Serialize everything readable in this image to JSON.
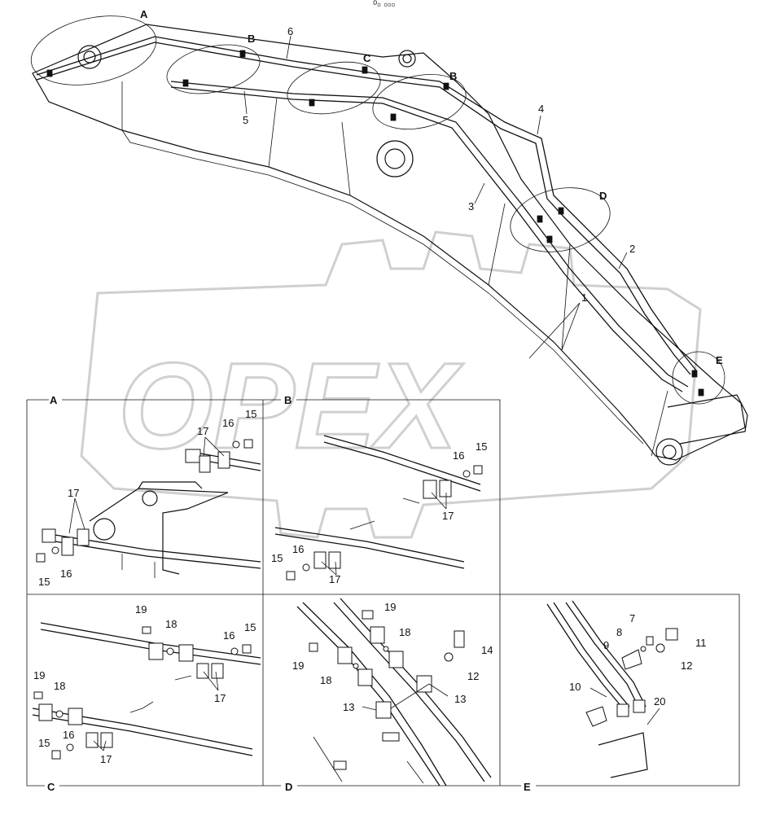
{
  "header": {
    "page_marker": "⁰▫ ▫▫▫"
  },
  "watermark": {
    "text": "OPEX"
  },
  "main_view": {
    "callouts": [
      "1",
      "2",
      "3",
      "4",
      "5",
      "6"
    ],
    "view_markers": [
      "A",
      "B",
      "C",
      "B",
      "D",
      "E"
    ]
  },
  "detail_views": [
    {
      "id": "A",
      "callouts": [
        "17",
        "16",
        "15",
        "17",
        "15",
        "16"
      ]
    },
    {
      "id": "B",
      "callouts": [
        "16",
        "15",
        "17",
        "15",
        "16",
        "17"
      ]
    },
    {
      "id": "C",
      "callouts": [
        "19",
        "18",
        "16",
        "15",
        "17",
        "19",
        "18",
        "15",
        "16",
        "17"
      ]
    },
    {
      "id": "D",
      "callouts": [
        "19",
        "18",
        "14",
        "19",
        "18",
        "12",
        "13",
        "13"
      ]
    },
    {
      "id": "E",
      "callouts": [
        "7",
        "8",
        "9",
        "11",
        "12",
        "10",
        "20"
      ]
    }
  ]
}
